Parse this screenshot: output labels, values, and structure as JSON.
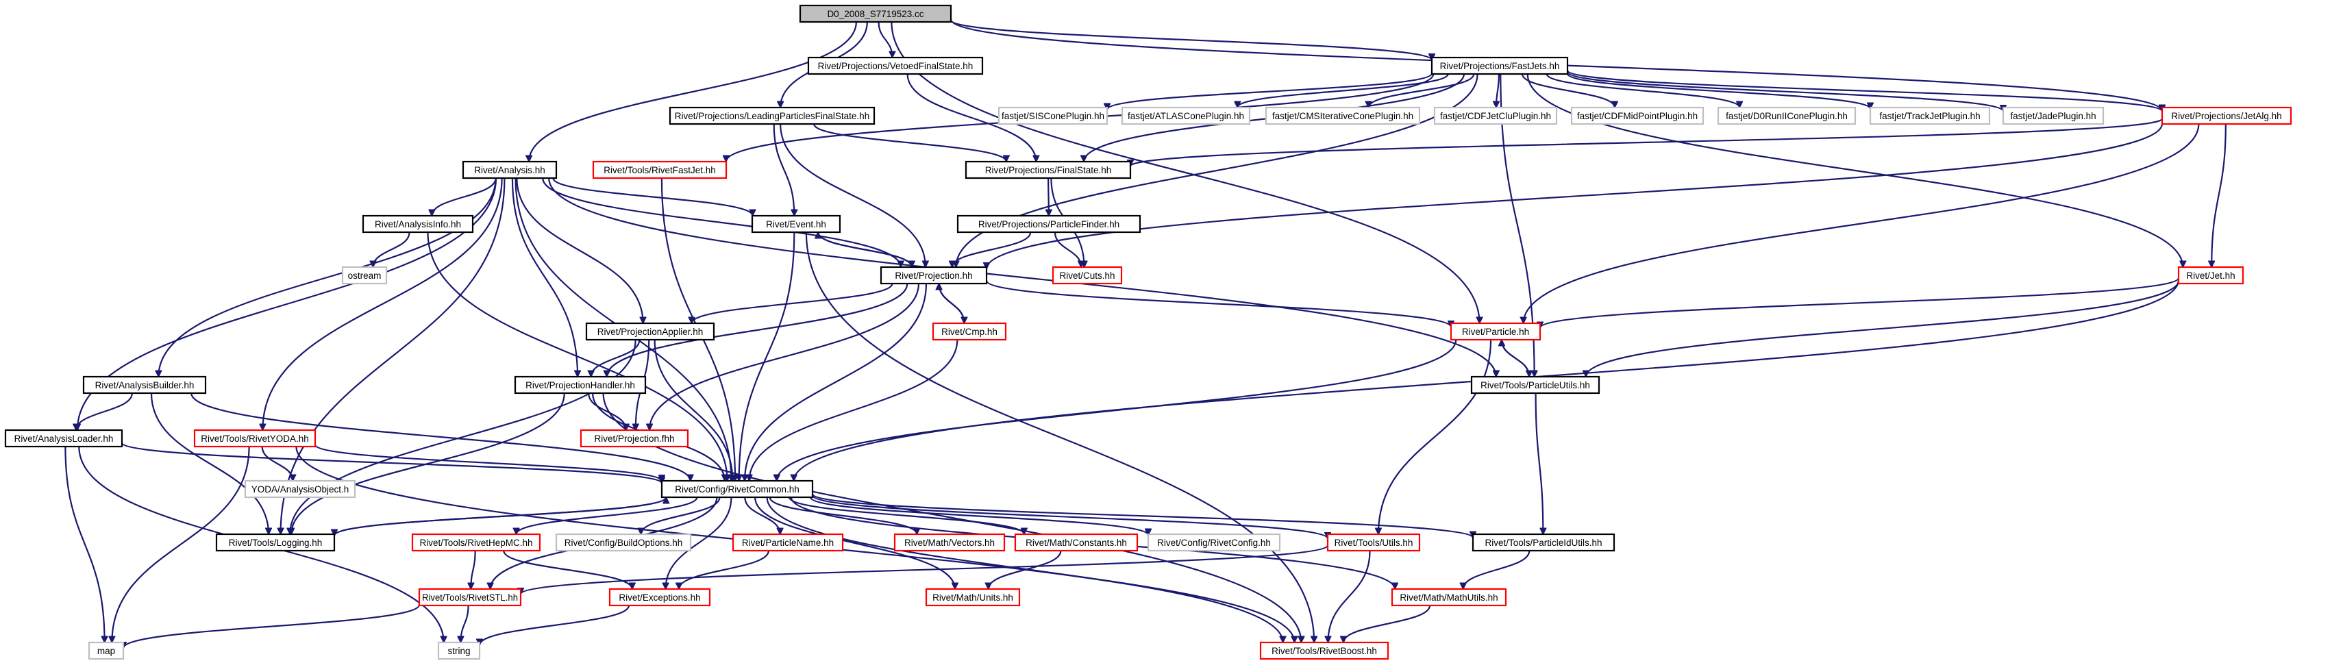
{
  "graph": {
    "edge_color": "#191970",
    "root_fill": "#bfbfbf",
    "nodes": [
      {
        "id": "root",
        "label": "D0_2008_S7719523.cc",
        "style": "root"
      },
      {
        "id": "vfs",
        "label": "Rivet/Projections/VetoedFinalState.hh",
        "style": "normal"
      },
      {
        "id": "fastjets",
        "label": "Rivet/Projections/FastJets.hh",
        "style": "normal"
      },
      {
        "id": "lpfs",
        "label": "Rivet/Projections/LeadingParticlesFinalState.hh",
        "style": "normal"
      },
      {
        "id": "sis",
        "label": "fastjet/SISConePlugin.hh",
        "style": "grey"
      },
      {
        "id": "atlascone",
        "label": "fastjet/ATLASConePlugin.hh",
        "style": "grey"
      },
      {
        "id": "cmscone",
        "label": "fastjet/CMSIterativeConePlugin.hh",
        "style": "grey"
      },
      {
        "id": "cdfclu",
        "label": "fastjet/CDFJetCluPlugin.hh",
        "style": "grey"
      },
      {
        "id": "cdfmid",
        "label": "fastjet/CDFMidPointPlugin.hh",
        "style": "grey"
      },
      {
        "id": "d0run2",
        "label": "fastjet/D0RunIIConePlugin.hh",
        "style": "grey"
      },
      {
        "id": "trackjet",
        "label": "fastjet/TrackJetPlugin.hh",
        "style": "grey"
      },
      {
        "id": "jade",
        "label": "fastjet/JadePlugin.hh",
        "style": "grey"
      },
      {
        "id": "jetalg",
        "label": "Rivet/Projections/JetAlg.hh",
        "style": "red"
      },
      {
        "id": "analysis",
        "label": "Rivet/Analysis.hh",
        "style": "normal"
      },
      {
        "id": "rivetfastjet",
        "label": "Rivet/Tools/RivetFastJet.hh",
        "style": "red"
      },
      {
        "id": "finalstate",
        "label": "Rivet/Projections/FinalState.hh",
        "style": "normal"
      },
      {
        "id": "analysisinfo",
        "label": "Rivet/AnalysisInfo.hh",
        "style": "normal"
      },
      {
        "id": "event",
        "label": "Rivet/Event.hh",
        "style": "normal"
      },
      {
        "id": "pfinder",
        "label": "Rivet/Projections/ParticleFinder.hh",
        "style": "normal"
      },
      {
        "id": "ostream",
        "label": "ostream",
        "style": "grey"
      },
      {
        "id": "cuts",
        "label": "Rivet/Cuts.hh",
        "style": "red"
      },
      {
        "id": "projection",
        "label": "Rivet/Projection.hh",
        "style": "normal"
      },
      {
        "id": "jet",
        "label": "Rivet/Jet.hh",
        "style": "red"
      },
      {
        "id": "projapplier",
        "label": "Rivet/ProjectionApplier.hh",
        "style": "normal"
      },
      {
        "id": "cmp",
        "label": "Rivet/Cmp.hh",
        "style": "red"
      },
      {
        "id": "particle",
        "label": "Rivet/Particle.hh",
        "style": "red"
      },
      {
        "id": "abuilder",
        "label": "Rivet/AnalysisBuilder.hh",
        "style": "normal"
      },
      {
        "id": "projhandler",
        "label": "Rivet/ProjectionHandler.hh",
        "style": "normal"
      },
      {
        "id": "putils",
        "label": "Rivet/Tools/ParticleUtils.hh",
        "style": "normal"
      },
      {
        "id": "aloader",
        "label": "Rivet/AnalysisLoader.hh",
        "style": "normal"
      },
      {
        "id": "rivetyoda",
        "label": "Rivet/Tools/RivetYODA.hh",
        "style": "red"
      },
      {
        "id": "projfhh",
        "label": "Rivet/Projection.fhh",
        "style": "red"
      },
      {
        "id": "yodaobj",
        "label": "YODA/AnalysisObject.h",
        "style": "grey"
      },
      {
        "id": "rivetcommon",
        "label": "Rivet/Config/RivetCommon.hh",
        "style": "normal"
      },
      {
        "id": "logging",
        "label": "Rivet/Tools/Logging.hh",
        "style": "normal"
      },
      {
        "id": "hepmc",
        "label": "Rivet/Tools/RivetHepMC.hh",
        "style": "red"
      },
      {
        "id": "buildopts",
        "label": "Rivet/Config/BuildOptions.hh",
        "style": "grey"
      },
      {
        "id": "pname",
        "label": "Rivet/ParticleName.hh",
        "style": "red"
      },
      {
        "id": "vectors",
        "label": "Rivet/Math/Vectors.hh",
        "style": "red"
      },
      {
        "id": "constants",
        "label": "Rivet/Math/Constants.hh",
        "style": "red"
      },
      {
        "id": "rivetconfig",
        "label": "Rivet/Config/RivetConfig.hh",
        "style": "grey"
      },
      {
        "id": "utils",
        "label": "Rivet/Tools/Utils.hh",
        "style": "red"
      },
      {
        "id": "pidutils",
        "label": "Rivet/Tools/ParticleIdUtils.hh",
        "style": "normal"
      },
      {
        "id": "stl",
        "label": "Rivet/Tools/RivetSTL.hh",
        "style": "red"
      },
      {
        "id": "exceptions",
        "label": "Rivet/Exceptions.hh",
        "style": "red"
      },
      {
        "id": "units",
        "label": "Rivet/Math/Units.hh",
        "style": "red"
      },
      {
        "id": "mathutils",
        "label": "Rivet/Math/MathUtils.hh",
        "style": "red"
      },
      {
        "id": "map",
        "label": "map",
        "style": "grey"
      },
      {
        "id": "string",
        "label": "string",
        "style": "grey"
      },
      {
        "id": "boost",
        "label": "Rivet/Tools/RivetBoost.hh",
        "style": "red"
      }
    ],
    "edges": [
      [
        "root",
        "vfs"
      ],
      [
        "root",
        "fastjets"
      ],
      [
        "root",
        "lpfs"
      ],
      [
        "root",
        "analysis"
      ],
      [
        "root",
        "jetalg"
      ],
      [
        "root",
        "particle"
      ],
      [
        "vfs",
        "finalstate"
      ],
      [
        "fastjets",
        "sis"
      ],
      [
        "fastjets",
        "atlascone"
      ],
      [
        "fastjets",
        "cmscone"
      ],
      [
        "fastjets",
        "cdfclu"
      ],
      [
        "fastjets",
        "cdfmid"
      ],
      [
        "fastjets",
        "d0run2"
      ],
      [
        "fastjets",
        "trackjet"
      ],
      [
        "fastjets",
        "jade"
      ],
      [
        "fastjets",
        "jetalg"
      ],
      [
        "fastjets",
        "finalstate"
      ],
      [
        "fastjets",
        "rivetfastjet"
      ],
      [
        "fastjets",
        "projection"
      ],
      [
        "fastjets",
        "jet"
      ],
      [
        "fastjets",
        "putils"
      ],
      [
        "lpfs",
        "finalstate"
      ],
      [
        "lpfs",
        "event"
      ],
      [
        "lpfs",
        "projection"
      ],
      [
        "jetalg",
        "finalstate"
      ],
      [
        "jetalg",
        "jet"
      ],
      [
        "jetalg",
        "particle"
      ],
      [
        "jetalg",
        "projection"
      ],
      [
        "analysis",
        "analysisinfo"
      ],
      [
        "analysis",
        "event"
      ],
      [
        "analysis",
        "projection"
      ],
      [
        "analysis",
        "projapplier"
      ],
      [
        "analysis",
        "projhandler"
      ],
      [
        "analysis",
        "abuilder"
      ],
      [
        "analysis",
        "aloader"
      ],
      [
        "analysis",
        "rivetyoda"
      ],
      [
        "analysis",
        "logging"
      ],
      [
        "analysis",
        "rivetcommon"
      ],
      [
        "analysis",
        "putils"
      ],
      [
        "rivetfastjet",
        "rivetcommon"
      ],
      [
        "finalstate",
        "pfinder"
      ],
      [
        "finalstate",
        "cuts"
      ],
      [
        "analysisinfo",
        "ostream"
      ],
      [
        "analysisinfo",
        "rivetcommon"
      ],
      [
        "event",
        "projection"
      ],
      [
        "event",
        "rivetcommon"
      ],
      [
        "event",
        "boost"
      ],
      [
        "pfinder",
        "projection"
      ],
      [
        "pfinder",
        "cuts"
      ],
      [
        "projection",
        "event"
      ],
      [
        "projection",
        "cmp"
      ],
      [
        "projection",
        "projapplier"
      ],
      [
        "projection",
        "projhandler"
      ],
      [
        "projection",
        "projfhh"
      ],
      [
        "projection",
        "rivetcommon"
      ],
      [
        "projection",
        "particle"
      ],
      [
        "jet",
        "particle"
      ],
      [
        "jet",
        "putils"
      ],
      [
        "jet",
        "rivetcommon"
      ],
      [
        "projapplier",
        "projhandler"
      ],
      [
        "projapplier",
        "projfhh"
      ],
      [
        "projapplier",
        "rivetcommon"
      ],
      [
        "projapplier",
        "logging"
      ],
      [
        "cmp",
        "projection"
      ],
      [
        "cmp",
        "rivetcommon"
      ],
      [
        "particle",
        "putils"
      ],
      [
        "particle",
        "rivetcommon"
      ],
      [
        "particle",
        "utils"
      ],
      [
        "abuilder",
        "aloader"
      ],
      [
        "abuilder",
        "rivetcommon"
      ],
      [
        "abuilder",
        "logging"
      ],
      [
        "projhandler",
        "projfhh"
      ],
      [
        "projhandler",
        "rivetcommon"
      ],
      [
        "projhandler",
        "logging"
      ],
      [
        "projhandler",
        "boost"
      ],
      [
        "putils",
        "particle"
      ],
      [
        "putils",
        "pidutils"
      ],
      [
        "aloader",
        "rivetcommon"
      ],
      [
        "aloader",
        "map"
      ],
      [
        "aloader",
        "string"
      ],
      [
        "rivetyoda",
        "yodaobj"
      ],
      [
        "rivetyoda",
        "rivetcommon"
      ],
      [
        "rivetyoda",
        "map"
      ],
      [
        "rivetyoda",
        "boost"
      ],
      [
        "rivetcommon",
        "logging"
      ],
      [
        "rivetcommon",
        "hepmc"
      ],
      [
        "rivetcommon",
        "buildopts"
      ],
      [
        "rivetcommon",
        "pname"
      ],
      [
        "rivetcommon",
        "vectors"
      ],
      [
        "rivetcommon",
        "constants"
      ],
      [
        "rivetcommon",
        "rivetconfig"
      ],
      [
        "rivetcommon",
        "utils"
      ],
      [
        "rivetcommon",
        "pidutils"
      ],
      [
        "rivetcommon",
        "stl"
      ],
      [
        "rivetcommon",
        "exceptions"
      ],
      [
        "rivetcommon",
        "units"
      ],
      [
        "rivetcommon",
        "mathutils"
      ],
      [
        "rivetcommon",
        "boost"
      ],
      [
        "logging",
        "rivetcommon"
      ],
      [
        "hepmc",
        "stl"
      ],
      [
        "hepmc",
        "exceptions"
      ],
      [
        "pname",
        "exceptions"
      ],
      [
        "constants",
        "units"
      ],
      [
        "utils",
        "stl"
      ],
      [
        "utils",
        "boost"
      ],
      [
        "pidutils",
        "mathutils"
      ],
      [
        "stl",
        "map"
      ],
      [
        "stl",
        "string"
      ],
      [
        "exceptions",
        "string"
      ],
      [
        "mathutils",
        "boost"
      ]
    ]
  }
}
